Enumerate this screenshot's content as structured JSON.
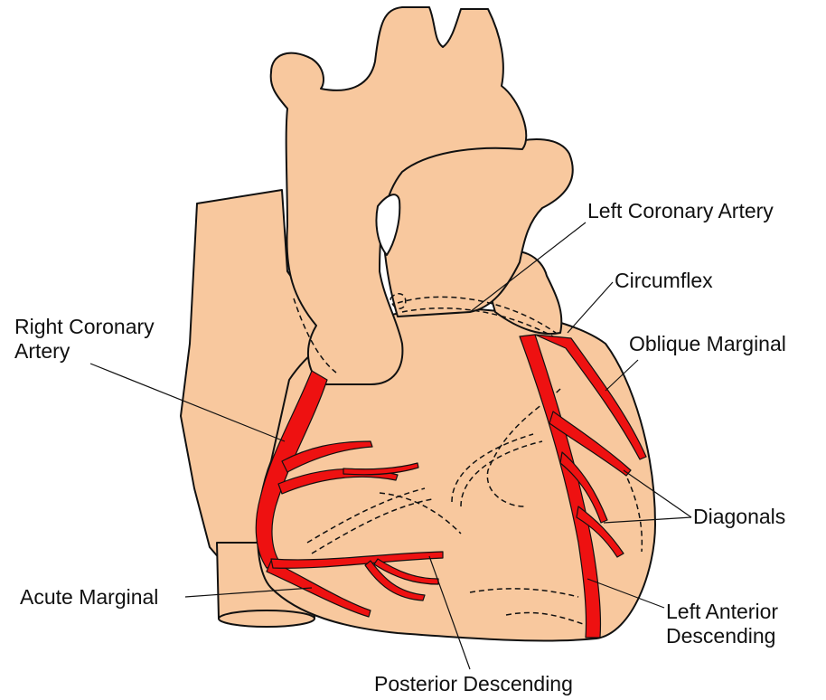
{
  "colors": {
    "heart_fill": "#f8c89e",
    "outline": "#111111",
    "artery": "#ee1111"
  },
  "labels": {
    "left_coronary_artery": "Left Coronary Artery",
    "circumflex": "Circumflex",
    "oblique_marginal": "Oblique Marginal",
    "right_coronary_artery_line1": "Right Coronary",
    "right_coronary_artery_line2": "Artery",
    "diagonals": "Diagonals",
    "acute_marginal": "Acute Marginal",
    "left_anterior_descending_line1": "Left Anterior",
    "left_anterior_descending_line2": "Descending",
    "posterior_descending": "Posterior Descending"
  }
}
